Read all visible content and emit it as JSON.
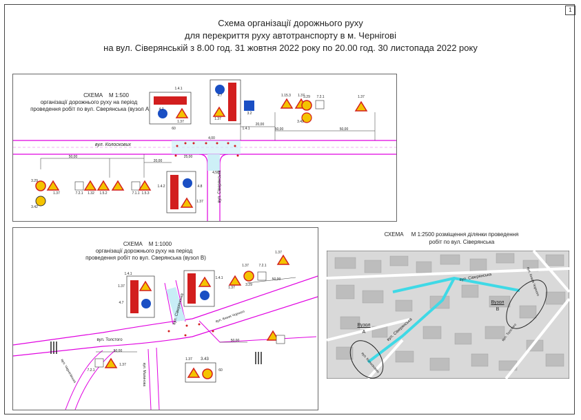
{
  "page": {
    "number": "1"
  },
  "title": {
    "line1": "Схема організації дорожнього руху",
    "line2": "для перекриття руху автотранспорту в м. Чернігові",
    "line3": "на вул. Сіверянській з 8.00 год.  31 жовтня 2022 року по 20.00 год. 30 листопада 2022 року"
  },
  "panel_a": {
    "scheme": "СХЕМА",
    "scale": "М 1:500",
    "desc1": "організації дорожнього руху на період",
    "desc2": "проведення  робіт  по вул. Сверянська (вузол А)",
    "street_main": "вул. Колоскових",
    "street_side": "вул. Сіверянська",
    "dims": {
      "d1": "20,00",
      "d2": "50,00",
      "d3": "50,00",
      "d4": "50,00",
      "d5": "20,00",
      "d6": "4,00",
      "d7": "25,00",
      "d8": "4,50"
    },
    "sign_codes": {
      "a": "1.4.1",
      "b": "1.4.1",
      "c": "4.7",
      "d": "1.37",
      "e": "4.7",
      "f": "1.37",
      "g": "3.2",
      "h": "1.15.3",
      "i": "1.37",
      "j": "3.29",
      "k": "7.2.1",
      "l": "3.42",
      "m": "1.37",
      "n": "3.29",
      "o": "1.37",
      "p": "3.42",
      "q": "7.2.1",
      "r": "1.32",
      "s": "1.5.2",
      "t": "7.1.1",
      "u": "1.5.3",
      "v": "1.4.2",
      "w": "4.8",
      "x": "1.37",
      "y": "60"
    }
  },
  "panel_b": {
    "scheme": "СХЕМА",
    "scale": "М 1:1000",
    "desc1": "організації дорожнього руху на період",
    "desc2": "проведення  робіт  по вул. Сверянська (вузол В)",
    "street_1": "вул. Толстого",
    "street_2": "вул. Сіверянська",
    "street_3": "вул. Князя Чорного",
    "street_4": "вул. Чернігівська",
    "street_5": "вул. Малинова",
    "dims": {
      "d1": "50,00",
      "d2": "50,00",
      "d3": "50,00"
    },
    "sign_codes": {
      "a": "1.4.1",
      "b": "1.37",
      "c": "4.7",
      "d": "1.4.1",
      "e": "1.37",
      "f": "3.29",
      "g": "1.37",
      "h": "7.2.1",
      "i": "1.37",
      "j": "3.43",
      "k": "1.37",
      "l": "7.2.1",
      "m": "1.37",
      "n": "60"
    }
  },
  "panel_map": {
    "scheme": "СХЕМА",
    "scale": "М 1:2500 розміщення ділянки проведення",
    "desc": "робіт по вул. Сіверянська",
    "street_sev": "вул. Сіверянська",
    "street_sev2": "вул. Сіверянська",
    "street_kn": "вул. Князя Чорного",
    "street_tol": "вул. Толстого",
    "street_kol": "вул. Колоскових",
    "node_a_label": "Вузол",
    "node_a_letter": "А",
    "node_b_label": "Вузол",
    "node_b_letter": "В"
  },
  "colors": {
    "road": "#e000e0",
    "sign_red": "#d21e1e",
    "sign_blue": "#1a4fc4",
    "sign_yellow": "#f4c300",
    "route": "#3fd9e6",
    "map_bg": "#d9d9d9",
    "map_block": "#bdbdbd"
  }
}
